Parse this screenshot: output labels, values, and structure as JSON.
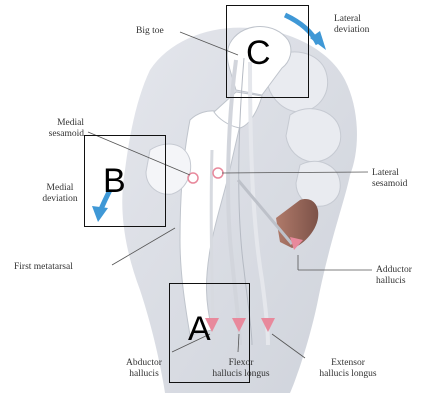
{
  "labels": {
    "big_toe": "Big toe",
    "lateral_deviation": [
      "Lateral",
      "deviation"
    ],
    "medial_sesamoid": [
      "Medial",
      "sesamoid"
    ],
    "lateral_sesamoid": [
      "Lateral",
      "sesamoid"
    ],
    "medial_deviation": [
      "Medial",
      "deviation"
    ],
    "first_metatarsal": "First metatarsal",
    "adductor_hallucis": [
      "Adductor",
      "hallucis"
    ],
    "abductor_hallucis": [
      "Abductor",
      "hallucis"
    ],
    "flexor_hallucis_longus": [
      "Flexor",
      "hallucis longus"
    ],
    "extensor_hallucis_longus": [
      "Extensor",
      "hallucis longus"
    ]
  },
  "boxes": {
    "a": "A",
    "b": "B",
    "c": "C"
  },
  "colors": {
    "arrow": "#3f98d6",
    "marker": "#e8899c",
    "bone": "#ffffff",
    "skin": "#d9dce3",
    "muscle": "#9a6a5e"
  }
}
